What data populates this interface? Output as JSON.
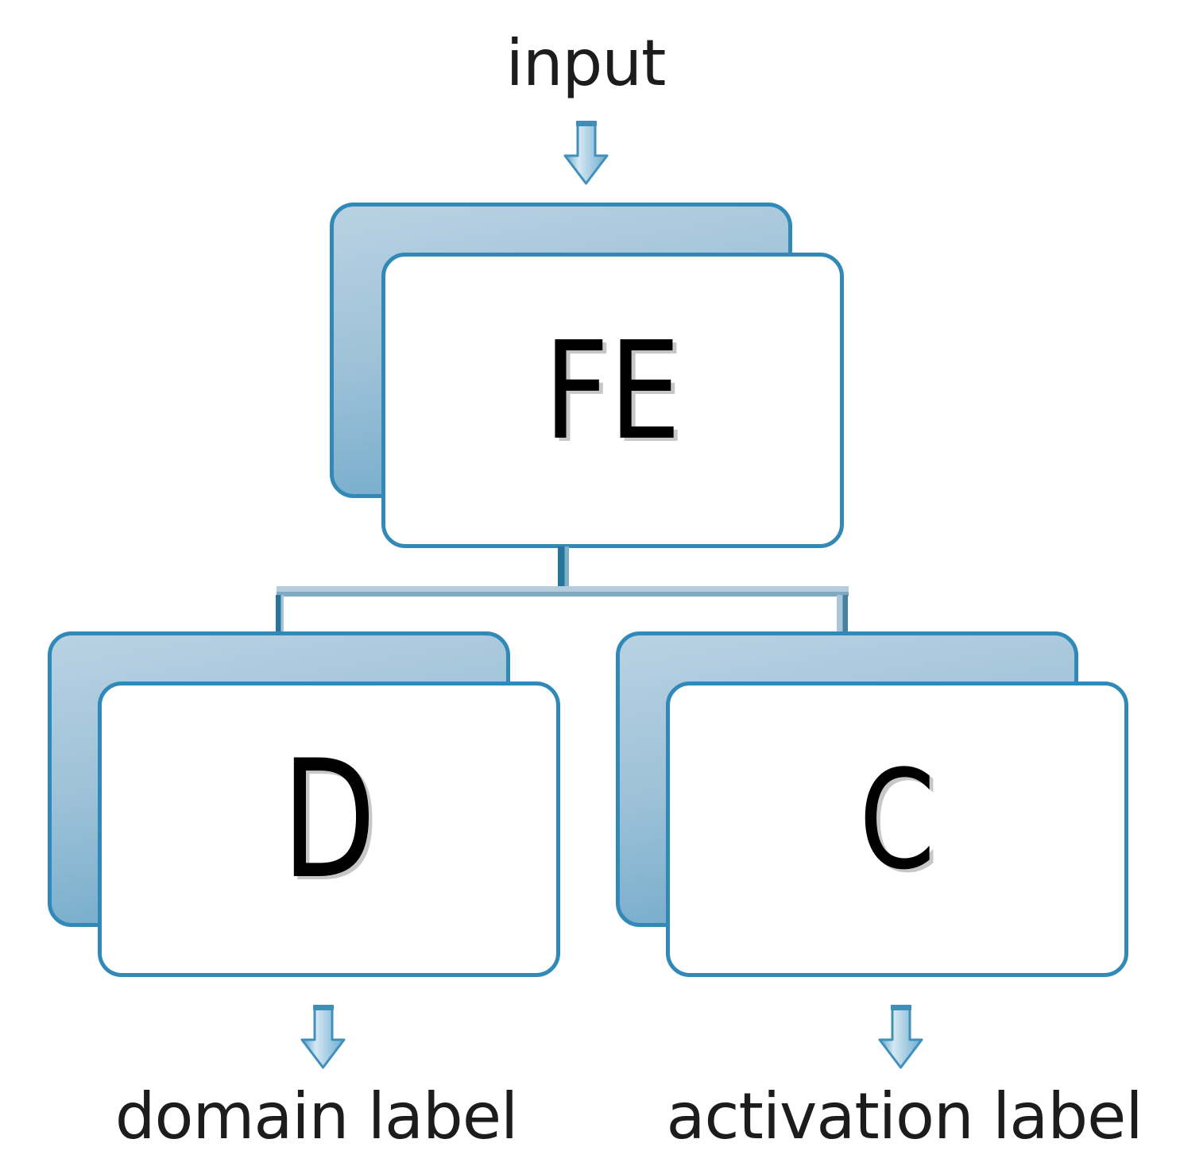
{
  "labels": {
    "input": "input"
  },
  "nodes": {
    "fe": {
      "label": "FE"
    },
    "d": {
      "label": "D",
      "output": "domain label"
    },
    "c": {
      "label": "C",
      "output": "activation label"
    }
  },
  "colors": {
    "card_border": "#3189b8",
    "back_card_top": "#b9d2e2",
    "back_card_bottom": "#68a5c7",
    "connector_dark": "#27759b",
    "connector_light": "#a9c6d8",
    "connector_band_top": "#b4ccdb",
    "connector_band_bottom": "#7da9c2",
    "arrow_outline": "#4090ba",
    "arrow_fill_dark": "#5da3ca",
    "arrow_fill_light": "#d5e8f3",
    "arrow_fill_mid": "#9fc9e0",
    "arrow_cap": "#3f8dba",
    "text": "#1c1c1c",
    "node_letter": "#000000"
  }
}
